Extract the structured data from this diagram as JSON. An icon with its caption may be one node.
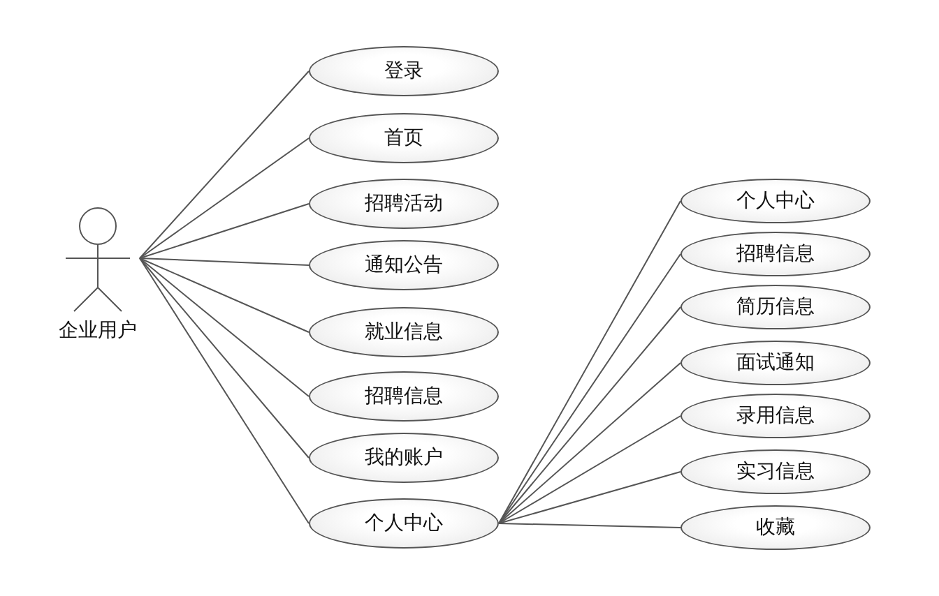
{
  "diagram": {
    "nodes": [
      {
        "text": [
          "企业用户"
        ]
      },
      {
        "text": [
          "登录"
        ]
      },
      {
        "text": [
          "首页"
        ]
      },
      {
        "text": [
          "招聘活动"
        ]
      },
      {
        "text": [
          "通知公告"
        ]
      },
      {
        "text": [
          "就业信息"
        ]
      },
      {
        "text": [
          "招聘信息"
        ]
      },
      {
        "text": [
          "我的账户"
        ]
      },
      {
        "text": [
          "个人中心"
        ]
      },
      {
        "text": [
          "个人中心"
        ]
      },
      {
        "text": [
          "招聘信息"
        ]
      },
      {
        "text": [
          "简历信息"
        ]
      },
      {
        "text": [
          "面试通知"
        ]
      },
      {
        "text": [
          "录用信息"
        ]
      },
      {
        "text": [
          "实习信息"
        ]
      },
      {
        "text": [
          "收藏"
        ]
      }
    ],
    "edges": [
      {
        "from": 0,
        "to": 1,
        "arrow": "none"
      },
      {
        "from": 0,
        "to": 2,
        "arrow": "none"
      },
      {
        "from": 0,
        "to": 3,
        "arrow": "none"
      },
      {
        "from": 0,
        "to": 4,
        "arrow": "none"
      },
      {
        "from": 0,
        "to": 5,
        "arrow": "none"
      },
      {
        "from": 0,
        "to": 6,
        "arrow": "none"
      },
      {
        "from": 0,
        "to": 7,
        "arrow": "none"
      },
      {
        "from": 0,
        "to": 8,
        "arrow": "none"
      },
      {
        "from": 8,
        "to": 9,
        "arrow": "none"
      },
      {
        "from": 8,
        "to": 10,
        "arrow": "none"
      },
      {
        "from": 8,
        "to": 11,
        "arrow": "none"
      },
      {
        "from": 8,
        "to": 12,
        "arrow": "none"
      },
      {
        "from": 8,
        "to": 13,
        "arrow": "none"
      },
      {
        "from": 8,
        "to": 14,
        "arrow": "none"
      },
      {
        "from": 8,
        "to": 15,
        "arrow": "none"
      }
    ]
  }
}
